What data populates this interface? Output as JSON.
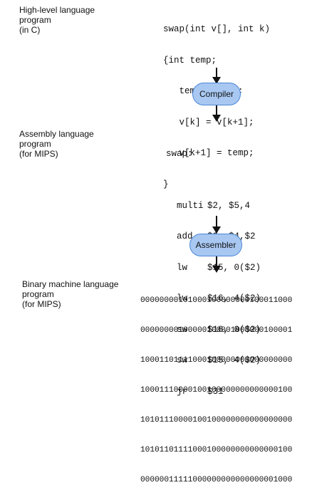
{
  "levels": {
    "high_level": {
      "label": [
        "High-level language",
        "program",
        "(in C)"
      ],
      "code": [
        "swap(int v[], int k)",
        "{int temp;",
        "   temp = v[k];",
        "   v[k] = v[k+1];",
        "   v[k+1] = temp;",
        "}"
      ]
    },
    "assembly": {
      "label": [
        "Assembly language",
        "program",
        "(for MIPS)"
      ],
      "header": "swap:",
      "instructions": [
        {
          "op": "multi",
          "args": "$2, $5,4"
        },
        {
          "op": "add",
          "args": "$2, $4,$2"
        },
        {
          "op": "lw",
          "args": "$15, 0($2)"
        },
        {
          "op": "lw",
          "args": "$16, 4($2)"
        },
        {
          "op": "sw",
          "args": "$16, 0($2)"
        },
        {
          "op": "sw",
          "args": "$15, 4($2)"
        },
        {
          "op": "jr",
          "args": "$31"
        }
      ]
    },
    "binary": {
      "label": [
        "Binary machine language",
        "program",
        "(for MIPS)"
      ],
      "lines": [
        "00000000101000100000000100011000",
        "00000000100000100001000000100001",
        "10001101111000100000000000000000",
        "10001110000100100000000000000100",
        "10101110000100100000000000000000",
        "10101101111000100000000000000100",
        "00000011111000000000000000001000"
      ]
    }
  },
  "tools": {
    "compiler": "Compiler",
    "assembler": "Assembler"
  },
  "colors": {
    "bubble_fill": "#a8c8f2",
    "bubble_border": "#4a86d6",
    "arrow": "#111111"
  }
}
